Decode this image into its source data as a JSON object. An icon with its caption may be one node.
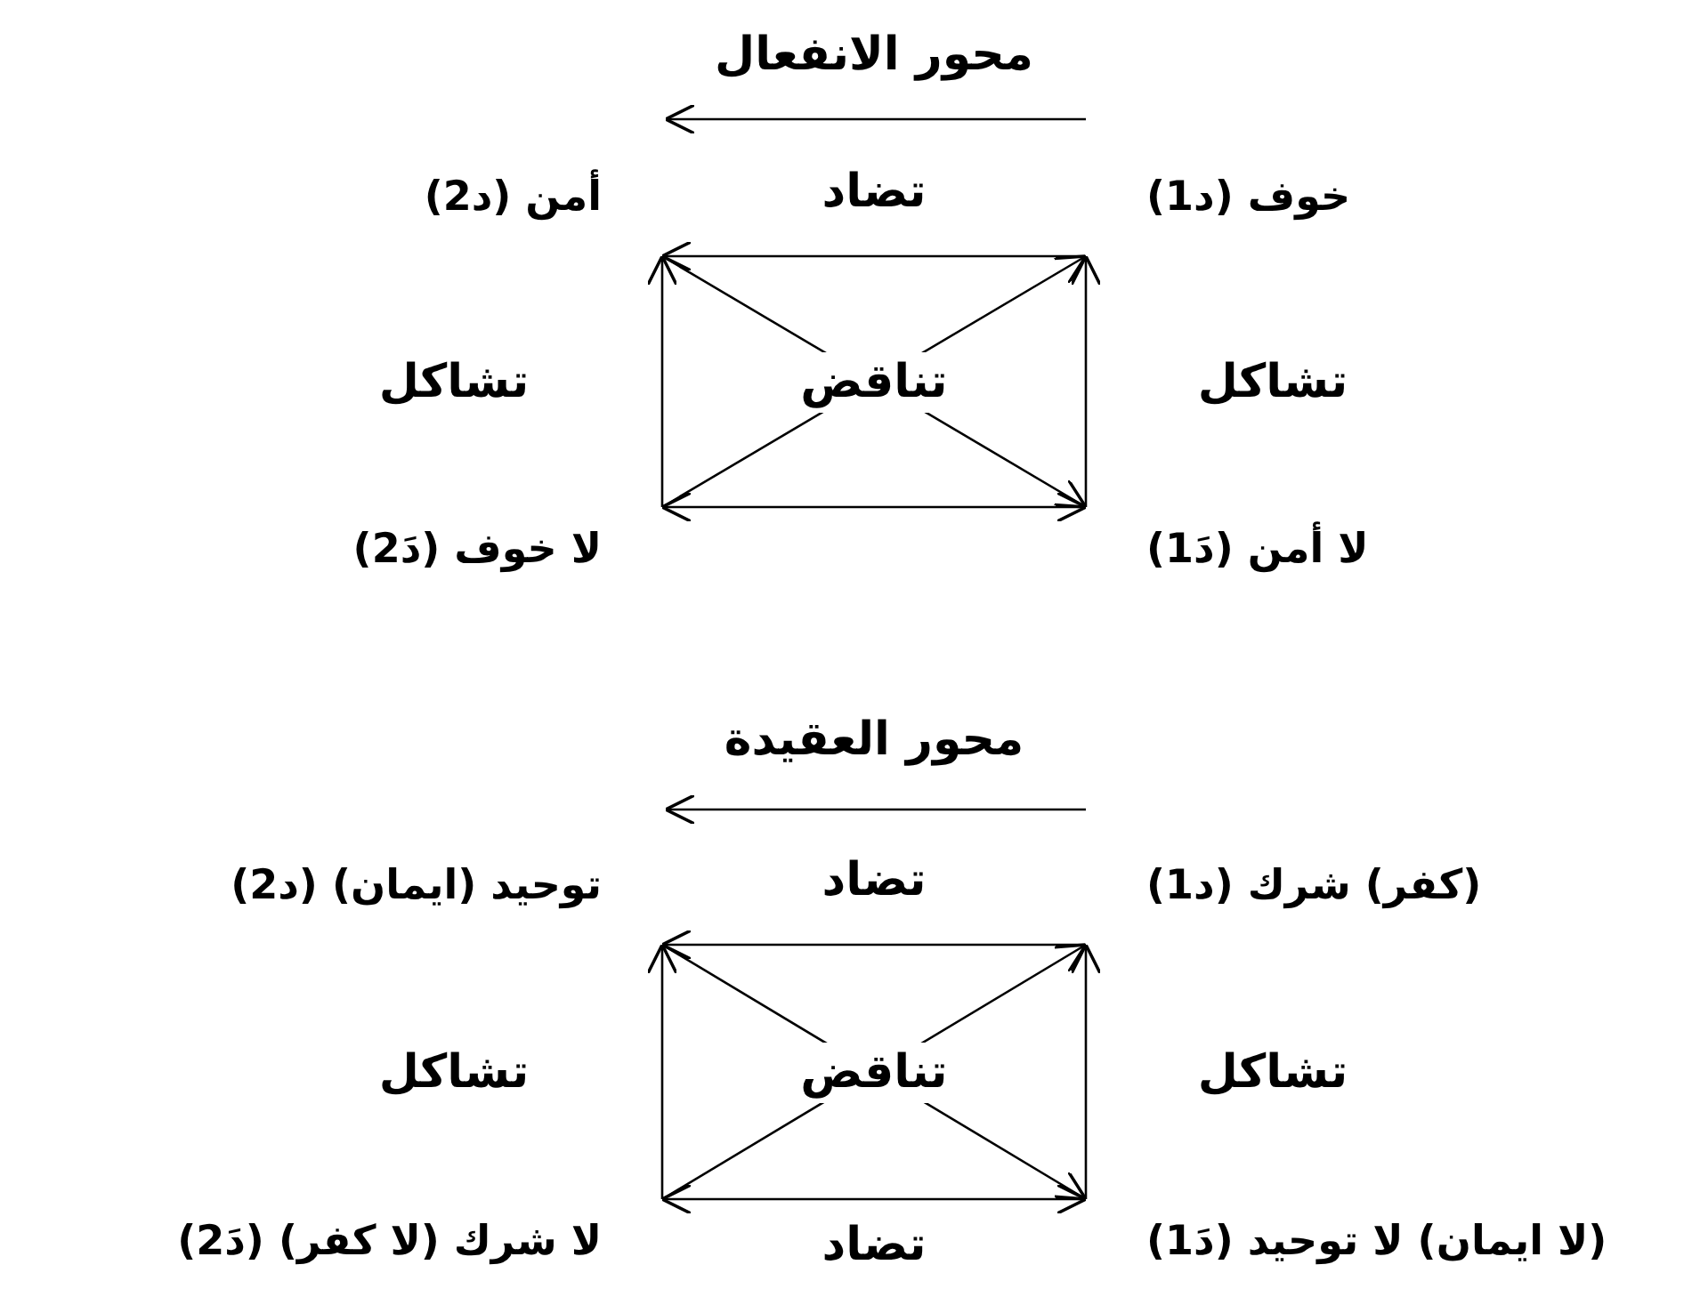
{
  "diagram": {
    "nodes": [
      {
        "text": [
          "خوف (د1)"
        ]
      },
      {
        "text": [
          "أمن (د2)"
        ]
      },
      {
        "text": [
          "لا أمن (دَ1)"
        ]
      },
      {
        "text": [
          "لا خوف (دَ2)"
        ]
      },
      {
        "text": [
          "(كفر) شرك (د1)"
        ]
      },
      {
        "text": [
          "توحيد (ايمان) (د2)"
        ]
      },
      {
        "text": [
          "(لا ايمان) لا توحيد (دَ1)"
        ]
      },
      {
        "text": [
          "لا شرك (لا كفر) (دَ2)"
        ]
      }
    ],
    "edges": [
      {
        "from": 0,
        "to": 1,
        "arrow": "to",
        "label": "تضاد"
      },
      {
        "from": 2,
        "to": 0,
        "arrow": "to",
        "label": "تشاكل"
      },
      {
        "from": 3,
        "to": 1,
        "arrow": "to",
        "label": "تشاكل"
      },
      {
        "from": 1,
        "to": 2,
        "arrow": "to",
        "label": "تناقض"
      },
      {
        "from": 3,
        "to": 0,
        "arrow": "to"
      },
      {
        "from": 3,
        "to": 2,
        "arrow": "both"
      },
      {
        "from": 4,
        "to": 5,
        "arrow": "to",
        "label": "تضاد"
      },
      {
        "from": 6,
        "to": 4,
        "arrow": "to",
        "label": "تشاكل"
      },
      {
        "from": 7,
        "to": 5,
        "arrow": "to",
        "label": "تشاكل"
      },
      {
        "from": 5,
        "to": 6,
        "arrow": "to",
        "label": "تناقض"
      },
      {
        "from": 7,
        "to": 4,
        "arrow": "to"
      },
      {
        "from": 7,
        "to": 6,
        "arrow": "both",
        "label": "تضاد"
      }
    ],
    "labels": [
      "محور الانفعال",
      "محور العقيدة"
    ]
  }
}
